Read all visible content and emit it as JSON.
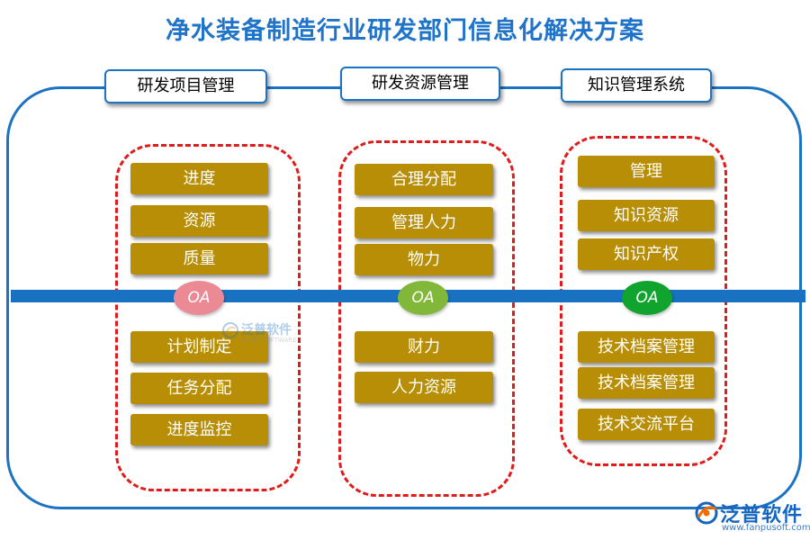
{
  "title": "净水装备制造行业研发部门信息化解决方案",
  "columns": [
    {
      "header": "研发项目管理",
      "oa": "OA",
      "top_items": [
        "进度",
        "资源",
        "质量"
      ],
      "bottom_items": [
        "计划制定",
        "任务分配",
        "进度监控"
      ]
    },
    {
      "header": "研发资源管理",
      "oa": "OA",
      "top_items": [
        "合理分配",
        "管理人力",
        "物力"
      ],
      "bottom_items": [
        "财力",
        "人力资源"
      ]
    },
    {
      "header": "知识管理系统",
      "oa": "OA",
      "top_items": [
        "管理",
        "知识资源",
        "知识产权"
      ],
      "bottom_items": [
        "技术档案管理",
        "技术档案管理",
        "技术交流平台"
      ]
    }
  ],
  "colors": {
    "title": "#1f73c9",
    "frame": "#1c73c4",
    "dashed": "#e01b1b",
    "item_bg": "#b78e05",
    "oa_1": "#eb8a95",
    "oa_2": "#82b83a",
    "oa_3": "#10a32e"
  },
  "watermark": {
    "text": "泛普软件",
    "sub": "FANPUSOFTWARE"
  },
  "logo": {
    "text": "泛普软件",
    "url": "www.fanpusoft.com",
    "icon": "fanpu-logo-icon"
  }
}
